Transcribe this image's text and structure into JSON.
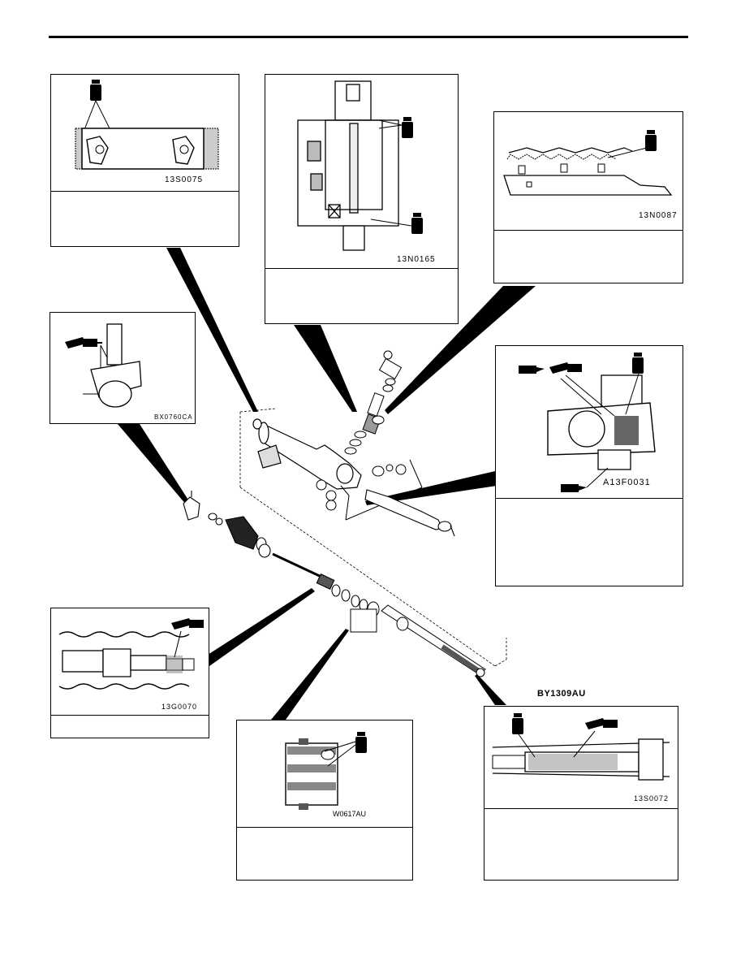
{
  "figures": {
    "fig_top_left": {
      "code": "13S0075",
      "note": ""
    },
    "fig_top_center": {
      "code": "13N0165",
      "note": ""
    },
    "fig_top_right": {
      "code": "13N0087",
      "note": ""
    },
    "fig_mid_left": {
      "code": "BX0760CA"
    },
    "fig_mid_right": {
      "code": "A13F0031",
      "note": ""
    },
    "fig_bottom_left": {
      "code": "13G0070",
      "note": ""
    },
    "fig_bottom_center": {
      "code": "W0617AU",
      "note": ""
    },
    "fig_bottom_right": {
      "code": "13S0072",
      "note": ""
    }
  },
  "exploded_view": {
    "code": "BY1309AU"
  },
  "icons": {
    "grease_tube": "grease-tube-icon",
    "grease_gun": "grease-gun-icon",
    "sealant": "sealant-tube-icon"
  }
}
